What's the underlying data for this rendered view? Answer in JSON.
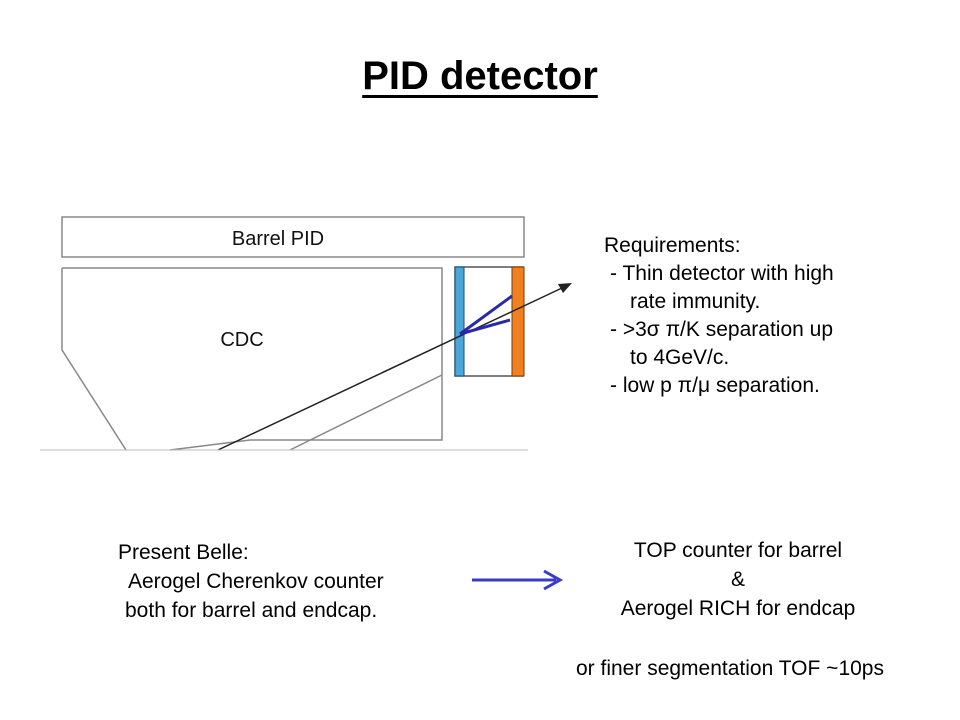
{
  "slide": {
    "title": "PID detector"
  },
  "diagram": {
    "barrel_label": "Barrel PID",
    "cdc_label": "CDC",
    "colors": {
      "inner_bar": "#4aa8d8",
      "outer_bar": "#f08020",
      "photon_track": "#2a2aa8",
      "arrow": "#3a3ac8"
    }
  },
  "requirements": {
    "heading": "Requirements:",
    "lines": [
      "- Thin detector with high",
      "rate immunity.",
      "- >3σ π/K separation up",
      "to 4GeV/c.",
      "- low p π/μ separation."
    ]
  },
  "present": {
    "lines": [
      "Present Belle:",
      "Aerogel Cherenkov counter",
      "both for barrel and endcap."
    ]
  },
  "future": {
    "lines": [
      "TOP counter for barrel",
      "&",
      "Aerogel RICH for endcap"
    ]
  },
  "footer": {
    "tof": "or finer segmentation TOF ~10ps"
  }
}
